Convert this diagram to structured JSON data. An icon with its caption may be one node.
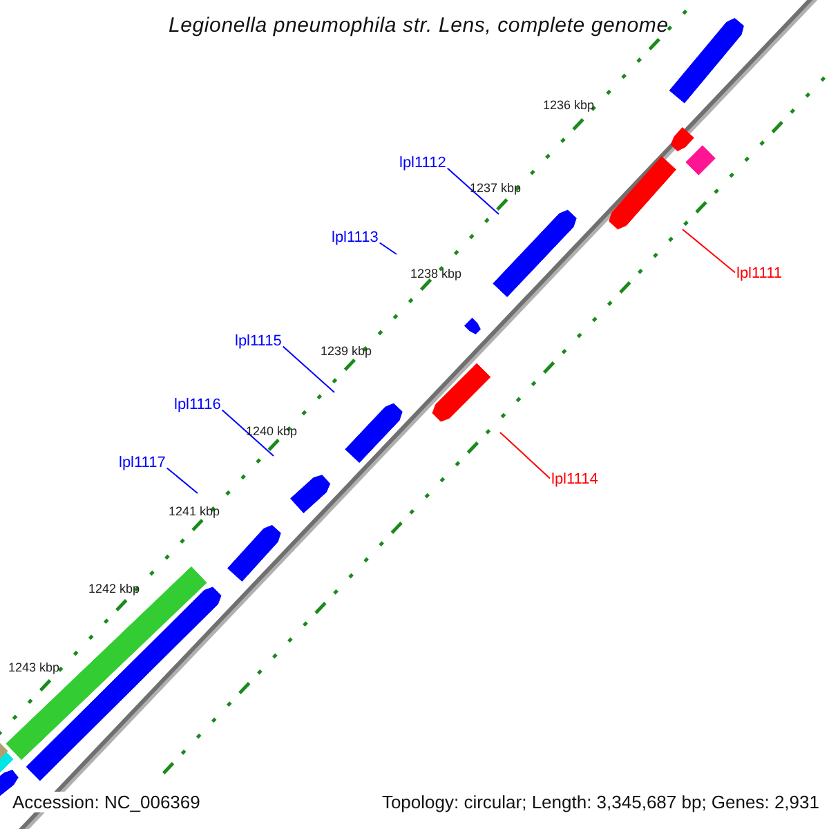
{
  "diagram": {
    "title": "Legionella pneumophila str. Lens, complete genome",
    "nodes": [
      {
        "text": [
          "lpl1112"
        ]
      },
      {
        "text": [
          "lpl1113"
        ]
      },
      {
        "text": [
          "lpl1111"
        ]
      },
      {
        "text": [
          "lpl1115"
        ]
      },
      {
        "text": [
          "lpl1116"
        ]
      },
      {
        "text": [
          "lpl1117"
        ]
      },
      {
        "text": [
          "lpl1114"
        ]
      }
    ],
    "edges": [
      {
        "from": 0,
        "to": null,
        "arrow": "none"
      },
      {
        "from": 1,
        "to": null,
        "arrow": "none"
      },
      {
        "from": 2,
        "to": null,
        "arrow": "none",
        "color": "#ff0000"
      },
      {
        "from": 3,
        "to": null,
        "arrow": "none"
      },
      {
        "from": 4,
        "to": null,
        "arrow": "none"
      },
      {
        "from": 5,
        "to": null,
        "arrow": "none"
      },
      {
        "from": 6,
        "to": null,
        "arrow": "none",
        "color": "#ff0000"
      }
    ],
    "labels": [
      "1236 kbp",
      "1237 kbp",
      "1238 kbp",
      "1239 kbp",
      "1240 kbp",
      "1241 kbp",
      "1242 kbp",
      "1243 kbp",
      "Accession: NC_006369",
      "Topology: circular; Length: 3,345,687 bp; Genes: 2,931"
    ]
  }
}
